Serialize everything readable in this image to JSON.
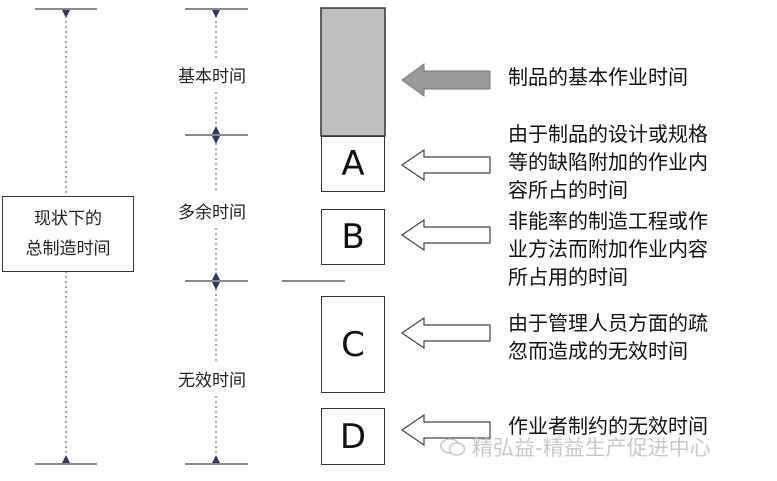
{
  "total": {
    "line1": "现状下的",
    "line2": "总制造时间"
  },
  "segments": {
    "basic": "基本时间",
    "excess": "多余时间",
    "invalid": "无效时间"
  },
  "boxes": [
    {
      "letter": "A",
      "desc": [
        "由于制品的设计或规格",
        "等的缺陷附加的作业内",
        "容所占的时间"
      ]
    },
    {
      "letter": "B",
      "desc": [
        "非能率的制造工程或作",
        "业方法而附加作业内容",
        "所占用的时间"
      ]
    },
    {
      "letter": "C",
      "desc": [
        "由于管理人员方面的疏",
        "忽而造成的无效时间"
      ]
    },
    {
      "letter": "D",
      "desc": [
        "作业者制约的无效时间"
      ]
    }
  ],
  "basic_desc": "制品的基本作业时间",
  "watermark": "精弘益-精益生产促进中心",
  "colors": {
    "basic_fill": "#c0c0c0",
    "gray_arrow": "#9a9a9a",
    "line": "#333333",
    "dotted": "#555555",
    "arrowhead": "#2b3a6b"
  }
}
